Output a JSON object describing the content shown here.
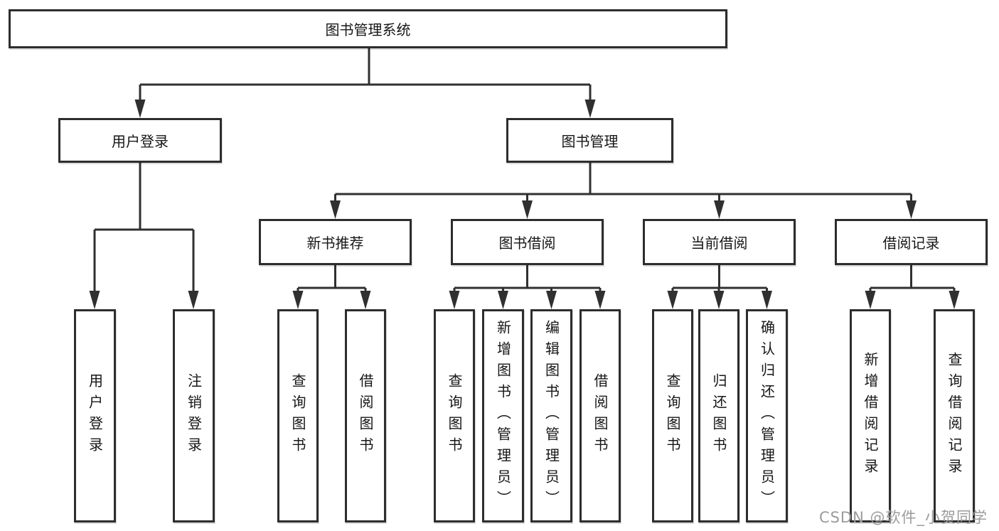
{
  "diagram": {
    "title": "图书管理系统"
  },
  "tree": {
    "root": "图书管理系统",
    "login": {
      "label": "用户登录",
      "children": [
        "用户登录",
        "注销登录"
      ]
    },
    "mgmt": {
      "label": "图书管理",
      "modules": [
        {
          "label": "新书推荐",
          "children": [
            "查询图书",
            "借阅图书"
          ]
        },
        {
          "label": "图书借阅",
          "children": [
            "查询图书",
            "新增图书（管理员）",
            "编辑图书（管理员）",
            "借阅图书"
          ]
        },
        {
          "label": "当前借阅",
          "children": [
            "查询图书",
            "归还图书",
            "确认归还（管理员）"
          ]
        },
        {
          "label": "借阅记录",
          "children": [
            "新增借阅记录",
            "查询借阅记录"
          ]
        }
      ]
    }
  },
  "watermark": {
    "text": "CSDN @软件_小贺同学",
    "color": "#9b9b9b"
  },
  "colors": {
    "line": "#303030",
    "border": "#2d2d2d",
    "text": "#161616",
    "background": "#ffffff"
  }
}
